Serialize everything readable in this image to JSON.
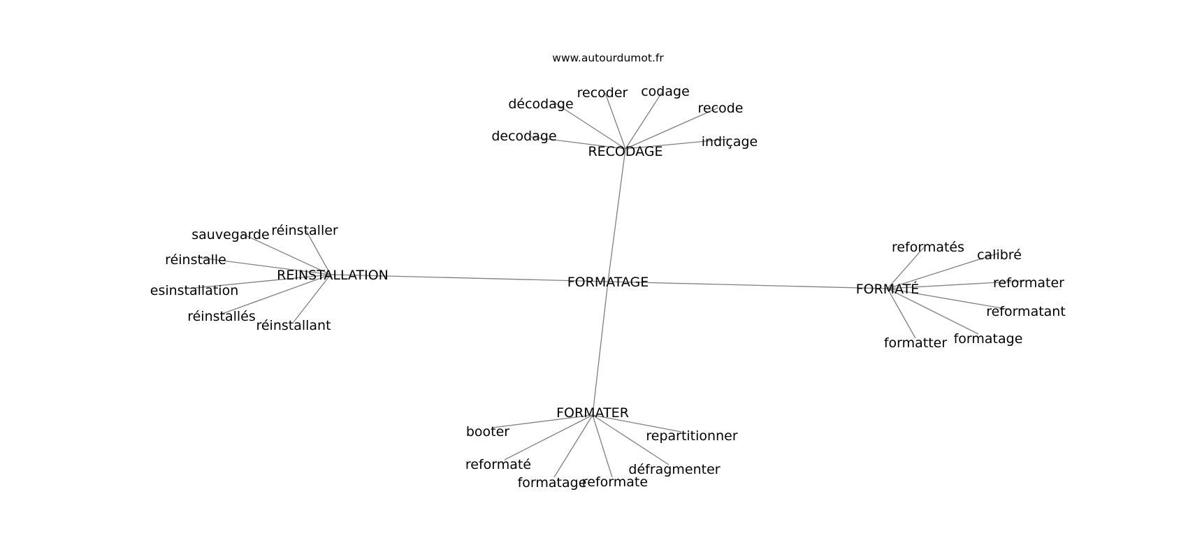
{
  "source": "www.autourdumot.fr",
  "center": "FORMATAGE",
  "hubs": [
    {
      "id": "recodage",
      "label": "RECODAGE",
      "leaves": [
        "décodage",
        "recoder",
        "codage",
        "recode",
        "decodage",
        "indiçage"
      ]
    },
    {
      "id": "reinstallation",
      "label": "REINSTALLATION",
      "leaves": [
        "sauvegarde",
        "réinstaller",
        "réinstalle",
        "esinstallation",
        "réinstallés",
        "réinstallant"
      ]
    },
    {
      "id": "formate-hub",
      "label": "FORMATÉ",
      "leaves": [
        "reformatés",
        "calibré",
        "reformater",
        "reformatant",
        "formatage",
        "formatter"
      ]
    },
    {
      "id": "formater",
      "label": "FORMATER",
      "leaves": [
        "booter",
        "repartitionner",
        "reformaté",
        "défragmenter",
        "formatage",
        "reformate"
      ]
    }
  ]
}
